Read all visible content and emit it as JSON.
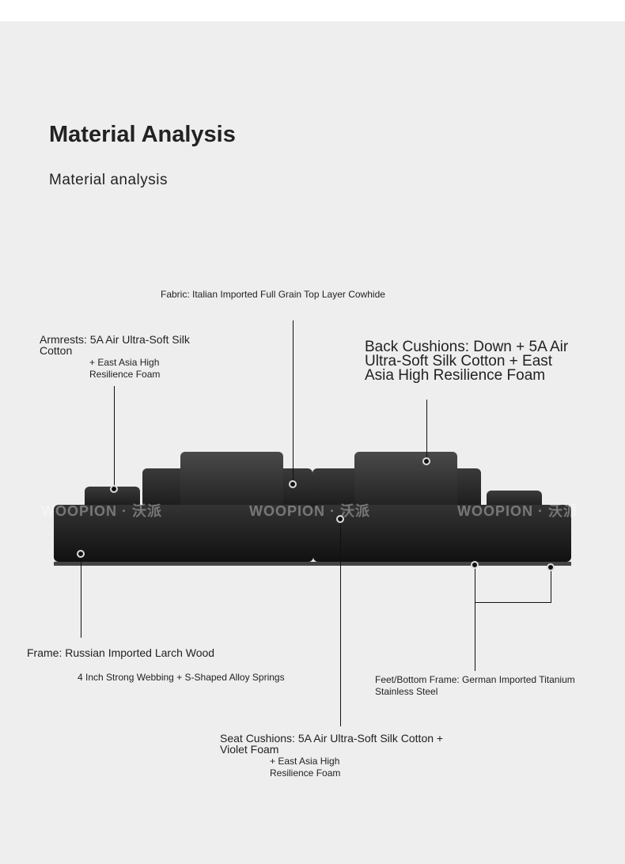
{
  "header": {
    "title": "Material Analysis",
    "subtitle": "Material analysis"
  },
  "callouts": {
    "fabric": "Fabric: Italian Imported Full Grain Top Layer Cowhide",
    "armrests_1": "Armrests: 5A Air Ultra-Soft Silk Cotton",
    "armrests_2": "+ East Asia High Resilience Foam",
    "back_cushions": "Back Cushions: Down + 5A Air Ultra-Soft Silk Cotton + East Asia High Resilience Foam",
    "frame_1": "Frame: Russian Imported Larch Wood",
    "frame_2": "4 Inch Strong Webbing + S-Shaped Alloy Springs",
    "feet": "Feet/Bottom Frame: German Imported Titanium Stainless Steel",
    "seat_1": "Seat Cushions: 5A Air Ultra-Soft Silk Cotton + Violet Foam",
    "seat_2": "+ East Asia High Resilience Foam"
  },
  "watermark": "WOOPION · 沃派"
}
